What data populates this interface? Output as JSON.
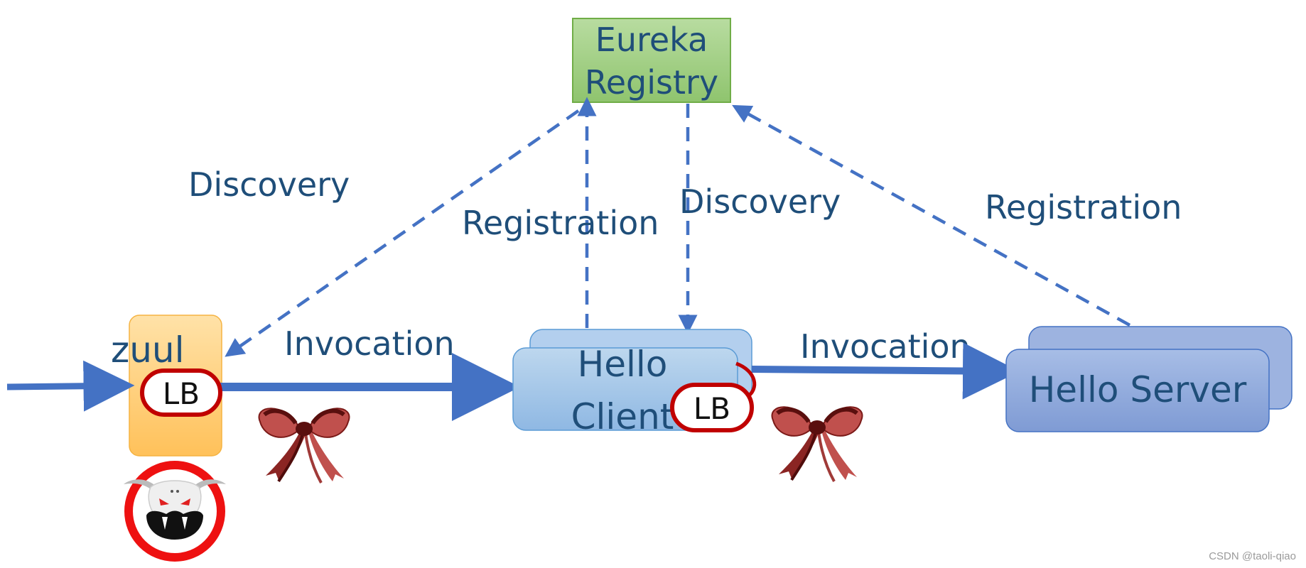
{
  "nodes": {
    "eureka": {
      "line1": "Eureka",
      "line2": "Registry"
    },
    "zuul": {
      "label": "zuul",
      "lb": "LB"
    },
    "hello_client": {
      "line1": "Hello",
      "line2": "Client",
      "lb": "LB"
    },
    "hello_server": {
      "label": "Hello Server"
    }
  },
  "edges": {
    "discovery_zuul": "Discovery",
    "registration_client": "Registration",
    "discovery_client": "Discovery",
    "registration_server": "Registration",
    "invocation_zuul_client": "Invocation",
    "invocation_client_server": "Invocation"
  },
  "watermark": "CSDN @taoli-qiao",
  "colors": {
    "arrow": "#4472c4",
    "label": "#1f4e79",
    "eureka_fill": "#a9d18e",
    "zuul_fill": "#ffd27a",
    "client_fill": "#9dc3e6",
    "server_fill": "#8faadc",
    "lb_border": "#c00000"
  },
  "icons": [
    "zuul-monster-icon",
    "ribbon-bow-icon",
    "ribbon-bow-icon"
  ]
}
